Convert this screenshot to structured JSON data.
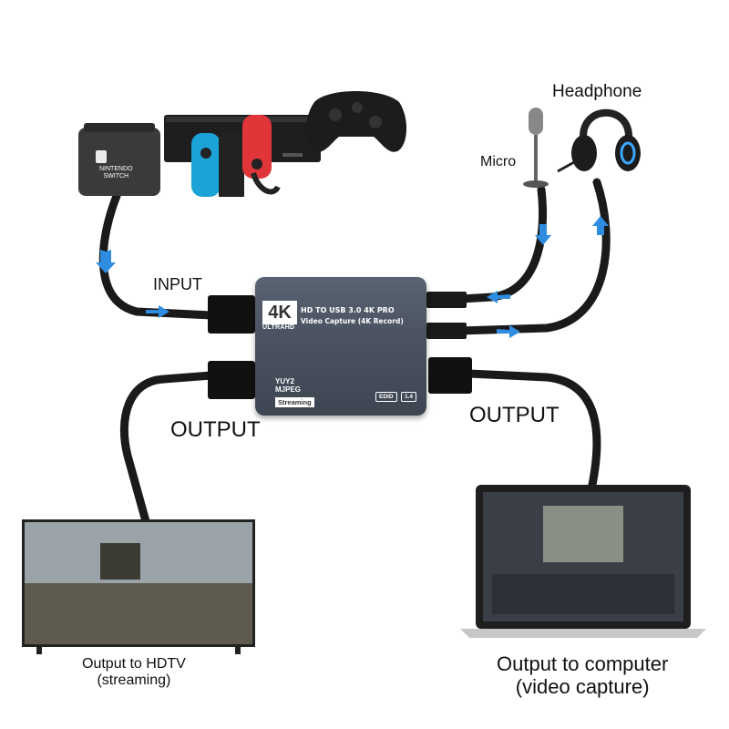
{
  "labels": {
    "headphone": "Headphone",
    "micro": "Micro",
    "input": "INPUT",
    "output_left": "OUTPUT",
    "output_right": "OUTPUT",
    "hdtv_line1": "Output to HDTV",
    "hdtv_line2": "(streaming)",
    "pc_line1": "Output to computer",
    "pc_line2": "(video capture)"
  },
  "device": {
    "logo": "4K",
    "logo_sub": "ULTRAHD",
    "title": "HD TO USB 3.0 4K PRO",
    "subtitle": "Video Capture (4K Record)",
    "format1": "YUY2",
    "format2": "MJPEG",
    "badge": "Streaming",
    "edid": "EDID",
    "edid_version": "1.4"
  },
  "consoles": {
    "switch_brand_line1": "NINTENDO",
    "switch_brand_line2": "SWITCH"
  },
  "colors": {
    "arrow": "#2e8de0",
    "box": "#4a5261",
    "cable": "#1a1a1a"
  }
}
